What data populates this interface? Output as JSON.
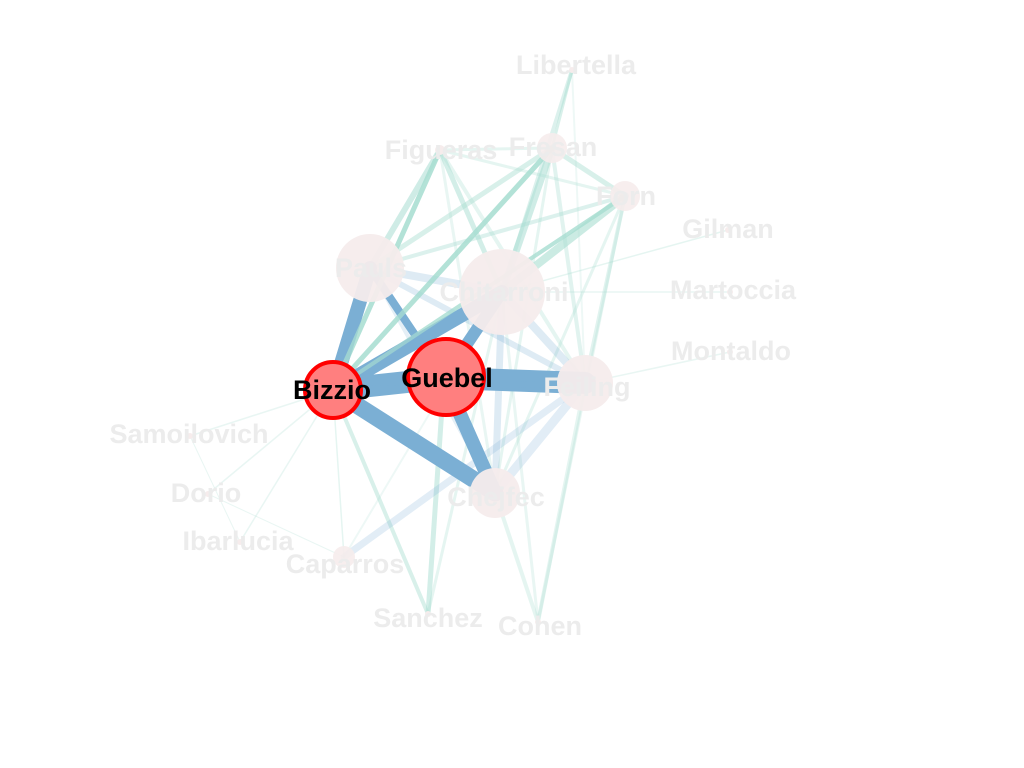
{
  "colors": {
    "edge_highlight": "#7BAFD4",
    "edge_other": "#A8DDD1",
    "node_highlight_fill": "#FF7F7F",
    "node_highlight_stroke": "#FF0000",
    "node_faded_fill": "#F6ECEC",
    "label_faded": "#ECECEC",
    "label_highlight": "#000000"
  },
  "nodes": [
    {
      "id": "libertella",
      "label": "Libertella",
      "highlighted": false
    },
    {
      "id": "figueras",
      "label": "Figueras",
      "highlighted": false
    },
    {
      "id": "fresan",
      "label": "Fresan",
      "highlighted": false
    },
    {
      "id": "forn",
      "label": "Forn",
      "highlighted": false
    },
    {
      "id": "gilman",
      "label": "Gilman",
      "highlighted": false
    },
    {
      "id": "pauls",
      "label": "Pauls",
      "highlighted": false
    },
    {
      "id": "chitarroni",
      "label": "Chitarroni",
      "highlighted": false
    },
    {
      "id": "martoccia",
      "label": "Martoccia",
      "highlighted": false
    },
    {
      "id": "montaldo",
      "label": "Montaldo",
      "highlighted": false
    },
    {
      "id": "guebel",
      "label": "Guebel",
      "highlighted": true
    },
    {
      "id": "bizzio",
      "label": "Bizzio",
      "highlighted": true
    },
    {
      "id": "feiling",
      "label": "Feiling",
      "highlighted": false
    },
    {
      "id": "samoilovich",
      "label": "Samoilovich",
      "highlighted": false
    },
    {
      "id": "dorio",
      "label": "Dorio",
      "highlighted": false
    },
    {
      "id": "chejfec",
      "label": "Chejfec",
      "highlighted": false
    },
    {
      "id": "ibarlucia",
      "label": "Ibarlucia",
      "highlighted": false
    },
    {
      "id": "caparros",
      "label": "Caparros",
      "highlighted": false
    },
    {
      "id": "sanchez",
      "label": "Sanchez",
      "highlighted": false
    },
    {
      "id": "cohen",
      "label": "Cohen",
      "highlighted": false
    }
  ]
}
